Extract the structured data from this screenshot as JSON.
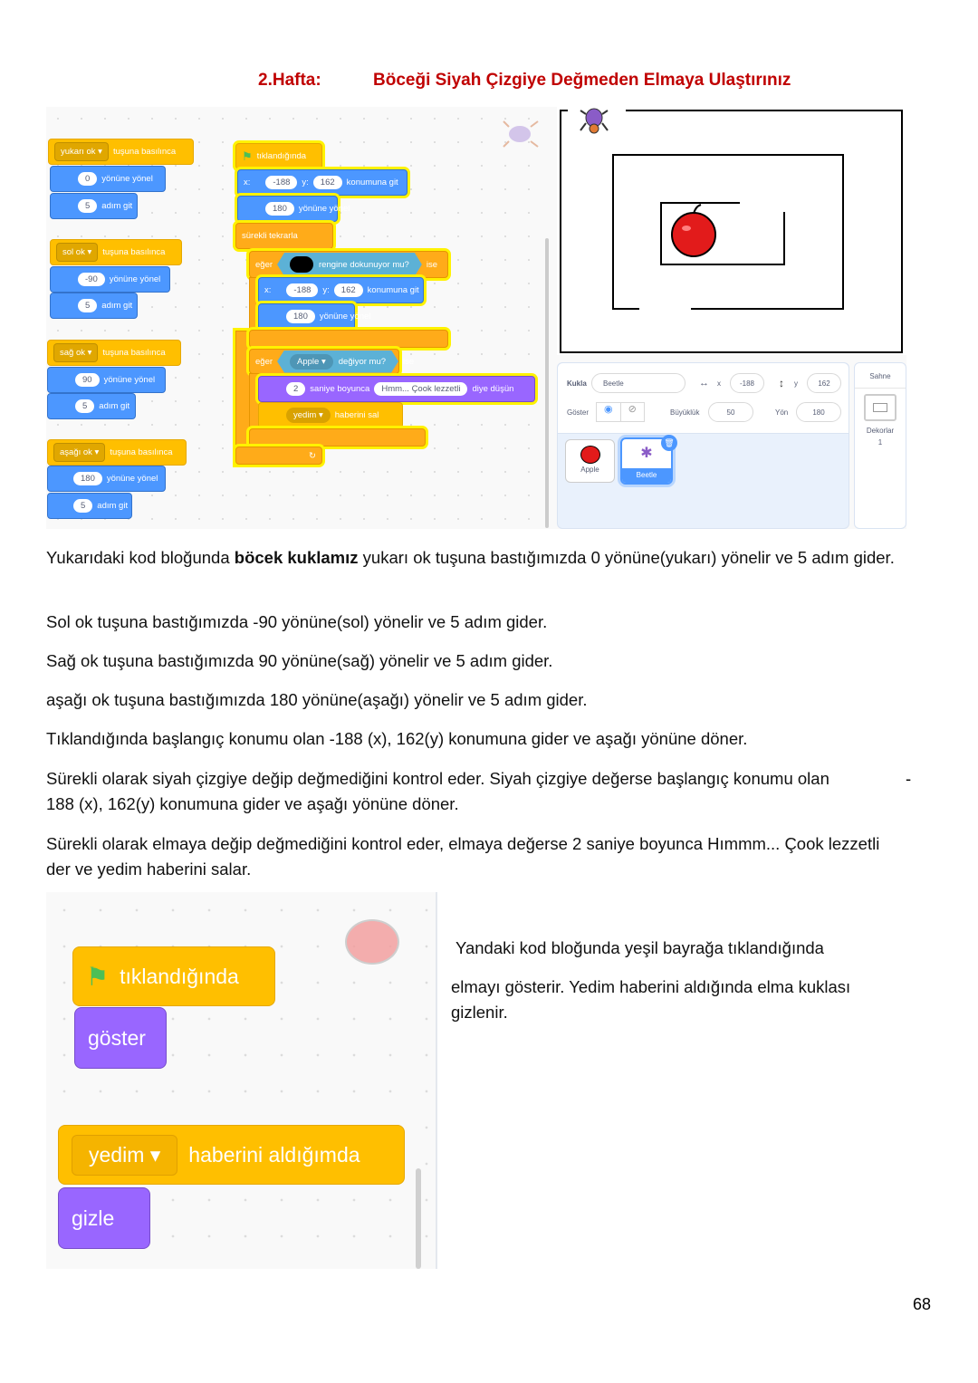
{
  "header": {
    "week": "2.Hafta:",
    "title": "Böceği Siyah Çizgiye Değmeden Elmaya Ulaştırınız"
  },
  "code": {
    "key_scripts": [
      {
        "key": "yukarı ok",
        "hat": "tuşuna basılınca",
        "dir": "0",
        "dir_label": "yönüne yönel",
        "steps": "5",
        "steps_label": "adım git"
      },
      {
        "key": "sol ok",
        "hat": "tuşuna basılınca",
        "dir": "-90",
        "dir_label": "yönüne yönel",
        "steps": "5",
        "steps_label": "adım git"
      },
      {
        "key": "sağ ok",
        "hat": "tuşuna basılınca",
        "dir": "90",
        "dir_label": "yönüne yönel",
        "steps": "5",
        "steps_label": "adım git"
      },
      {
        "key": "aşağı ok",
        "hat": "tuşuna basılınca",
        "dir": "180",
        "dir_label": "yönüne yönel",
        "steps": "5",
        "steps_label": "adım git"
      }
    ],
    "main": {
      "hat": "tıklandığında",
      "x_label": "x:",
      "y_label": "y:",
      "x": "-188",
      "y": "162",
      "goto_label": "konumuna git",
      "dir": "180",
      "dir_label": "yönüne yönel",
      "forever": "sürekli tekrarla",
      "if_label": "eğer",
      "then_label": "ise",
      "touch_color_label": "rengine dokunuyor mu?",
      "touching_sprite": "Apple",
      "touching_label": "değiyor mu?",
      "think_secs": "2",
      "think_secs_label": "saniye boyunca",
      "think_text": "Hmm... Çook lezzetli",
      "think_label": "diye düşün",
      "broadcast": "yedim",
      "broadcast_label": "haberini sal"
    }
  },
  "sprite_panel": {
    "sprite_label": "Kukla",
    "sprite_name": "Beetle",
    "x_label": "x",
    "x": "-188",
    "y_label": "y",
    "y": "162",
    "show_label": "Göster",
    "size_label": "Büyüklük",
    "size": "50",
    "direction_label": "Yön",
    "direction": "180",
    "sprites": [
      "Apple",
      "Beetle"
    ],
    "stage_label": "Sahne",
    "backdrops_label": "Dekorlar",
    "backdrops_count": "1"
  },
  "paragraphs": {
    "p1_a": "Yukarıdaki kod bloğunda ",
    "p1_b": "böcek kuklamız",
    "p1_c": " yukarı ok tuşuna bastığımızda 0 yönüne(yukarı) yönelir ve 5 adım gider.",
    "p2": "Sol ok tuşuna bastığımızda -90 yönüne(sol) yönelir ve 5 adım gider.",
    "p3": "Sağ ok tuşuna bastığımızda 90 yönüne(sağ) yönelir ve 5 adım gider.",
    "p4": "aşağı ok tuşuna bastığımızda 180 yönüne(aşağı) yönelir ve 5 adım gider.",
    "p5": "Tıklandığında başlangıç konumu olan -188 (x), 162(y) konumuna gider ve aşağı yönüne döner.",
    "p6_a": "Sürekli olarak siyah çizgiye değip değmediğini kontrol eder. Siyah çizgiye değerse başlangıç konumu olan",
    "p6_dash": "-",
    "p6_b": "188 (x), 162(y) konumuna gider ve aşağı yönüne döner.",
    "p7": "Sürekli olarak elmaya değip değmediğini kontrol eder, elmaya değerse 2 saniye boyunca Hımmm... Çook lezzetli der ve yedim haberini salar."
  },
  "apple_code": {
    "hat": "tıklandığında",
    "show": "göster",
    "message": "yedim",
    "receive_label": "haberini aldığımda",
    "hide": "gizle"
  },
  "side_text": {
    "line1": "Yandaki kod bloğunda yeşil bayrağa tıklandığında",
    "line2": "elmayı gösterir. Yedim haberini aldığında elma kuklası gizlenir."
  },
  "page_number": "68",
  "colors": {
    "title": "#c00000",
    "events": "#ffbf00",
    "motion": "#4c97ff",
    "control": "#ffab19",
    "looks": "#9966ff",
    "sensing": "#5cb1d6"
  }
}
